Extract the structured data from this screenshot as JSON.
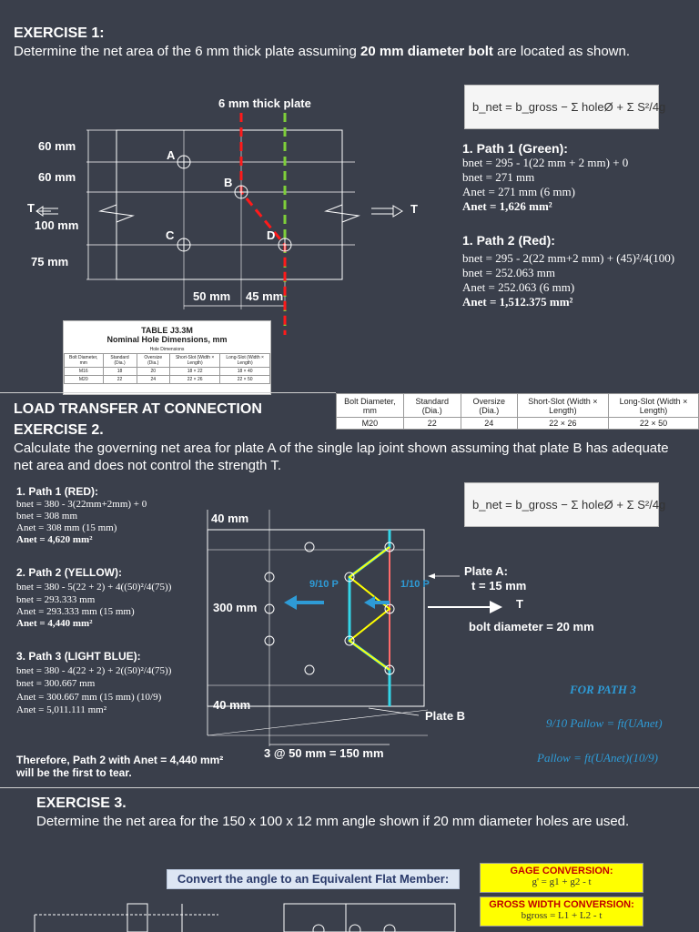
{
  "ex1": {
    "title": "EXERCISE 1:",
    "desc_a": "Determine the net area of the 6 mm thick plate assuming ",
    "desc_b": "20 mm diameter bolt",
    "desc_c": " are located as shown.",
    "plate_label": "6 mm thick plate",
    "dim_60a": "60 mm",
    "dim_60b": "60 mm",
    "dim_100": "100 mm",
    "dim_75": "75 mm",
    "t_left": "T",
    "t_right": "T",
    "hole_a": "A",
    "hole_b": "B",
    "hole_c": "C",
    "hole_d": "D",
    "dim_50": "50 mm",
    "dim_45": "45 mm",
    "formula": "b_net = b_gross − Σ holeØ + Σ S²/4g",
    "path1_title": "1. Path 1 (Green):",
    "path1_l1": "bnet = 295 - 1(22 mm + 2 mm) + 0",
    "path1_l2": "bnet = 271 mm",
    "path1_l3": "Anet = 271 mm (6 mm)",
    "path1_l4": "Anet = 1,626 mm²",
    "path2_title": "1. Path 2 (Red):",
    "path2_l1": "bnet = 295 - 2(22 mm+2 mm) + (45)²/4(100)",
    "path2_l2": "bnet = 252.063 mm",
    "path2_l3": "Anet = 252.063 (6 mm)",
    "path2_l4": "Anet = 1,512.375 mm²"
  },
  "small_table": {
    "title": "TABLE J3.3M",
    "subtitle": "Nominal Hole Dimensions, mm",
    "group": "Hole Dimensions",
    "cols": [
      "Bolt Diameter, mm",
      "Standard (Dia.)",
      "Oversize (Dia.)",
      "Short-Slot (Width × Length)",
      "Long-Slot (Width × Length)"
    ],
    "rows": [
      [
        "M16",
        "18",
        "20",
        "18 × 22",
        "18 × 40"
      ],
      [
        "M20",
        "22",
        "24",
        "22 × 26",
        "22 × 50"
      ]
    ]
  },
  "big_table": {
    "cols": [
      "Bolt Diameter, mm",
      "Standard (Dia.)",
      "Oversize (Dia.)",
      "Short-Slot (Width × Length)",
      "Long-Slot (Width × Length)"
    ],
    "row": [
      "M20",
      "22",
      "24",
      "22 × 26",
      "22 × 50"
    ]
  },
  "ex2": {
    "heading": "LOAD TRANSFER AT CONNECTION",
    "title": "EXERCISE 2.",
    "desc": "Calculate the governing net area for plate A of the single lap joint shown assuming that plate B has adequate net area and does not control the strength T.",
    "p1_title": "1.  Path 1 (RED):",
    "p1_l1": "bnet = 380 - 3(22mm+2mm) + 0",
    "p1_l2": "bnet = 308 mm",
    "p1_l3": "Anet = 308 mm (15 mm)",
    "p1_l4": "Anet = 4,620 mm²",
    "p2_title": "2. Path 2 (YELLOW):",
    "p2_l1": "bnet = 380 - 5(22 + 2) + 4((50)²/4(75))",
    "p2_l2": "bnet = 293.333 mm",
    "p2_l3": "Anet = 293.333 mm (15 mm)",
    "p2_l4": "Anet = 4,440 mm²",
    "p3_title": "3. Path 3 (LIGHT BLUE):",
    "p3_l1": "bnet = 380 - 4(22 + 2) + 2((50)²/4(75))",
    "p3_l2": "bnet = 300.667 mm",
    "p3_l3": "Anet = 300.667 mm (15 mm) (10/9)",
    "p3_l4": "Anet = 5,011.111 mm²",
    "conclusion_a": "Therefore, Path 2 with Anet = 4,440 mm²",
    "conclusion_b": "will be the first to tear.",
    "formula": "b_net = b_gross − Σ holeØ + Σ S²/4g",
    "dim_40a": "40 mm",
    "dim_300": "300 mm",
    "dim_40b": "40 mm",
    "dim_150": "3 @ 50 mm = 150 mm",
    "frac_left": "9/10 P",
    "frac_right": "1/10 P",
    "plate_a": "Plate A:",
    "plate_a_t": "t = 15 mm",
    "t_label": "T",
    "bolt_dia": "bolt diameter = 20 mm",
    "plate_b": "Plate B",
    "for_path3": "FOR PATH 3",
    "eq1": "9/10 Pallow = ft(UAnet)",
    "eq2": "Pallow = ft(UAnet)(10/9)"
  },
  "ex3": {
    "title": "EXERCISE 3.",
    "desc": "Determine the net area for the  150 x 100 x 12 mm angle shown if 20 mm diameter holes are used.",
    "convert": "Convert the angle to an Equivalent Flat Member:",
    "gage_title": "GAGE CONVERSION:",
    "gage_eq": "g' = g1 + g2 - t",
    "gross_title": "GROSS WIDTH CONVERSION:",
    "gross_eq": "bgross = L1 + L2 - t"
  },
  "colors": {
    "bg": "#3a3f4b",
    "red": "#ff1a1a",
    "green": "#7ecf3a",
    "cyan": "#33d6e8",
    "yellow": "#ffff00",
    "blue": "#2e9bd6"
  }
}
